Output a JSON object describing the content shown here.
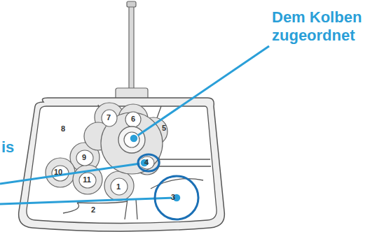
{
  "diagram": {
    "labels": [
      "Dem Kolben zugeordnet",
      "is",
      "8",
      "7",
      "6",
      "5",
      "9",
      "4",
      "10",
      "11",
      "1",
      "3",
      "2"
    ]
  }
}
